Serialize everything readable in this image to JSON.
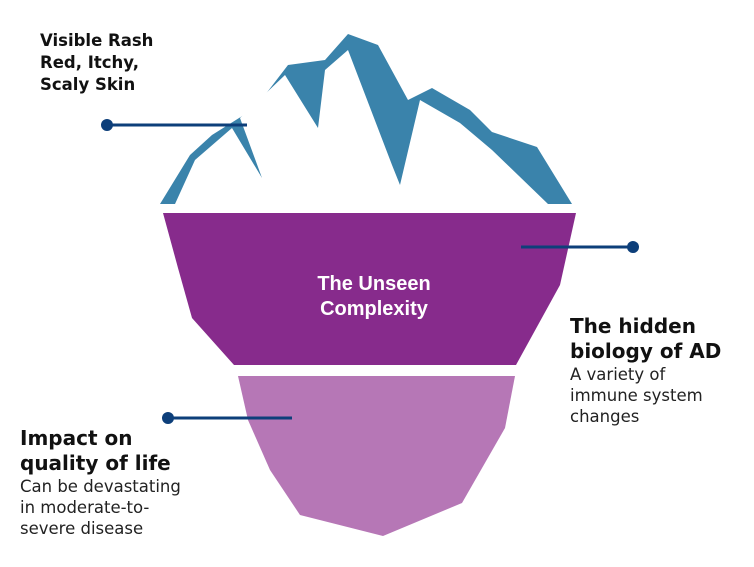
{
  "colors": {
    "tip": "#3a83ab",
    "snow": "#ffffff",
    "middle": "#872b8c",
    "bottom": "#b677b6",
    "connector": "#0d3f7a"
  },
  "tip_callout": {
    "lines": [
      "Visible Rash",
      "Red, Itchy,",
      "Scaly Skin"
    ]
  },
  "middle_band": {
    "lines": [
      "The Unseen",
      "Complexity"
    ]
  },
  "biology_callout": {
    "title_lines": [
      "The hidden",
      "biology of AD"
    ],
    "body_lines": [
      "A variety of",
      "immune system",
      "changes"
    ]
  },
  "quality_callout": {
    "title_lines": [
      "Impact on",
      "quality of life"
    ],
    "body_lines": [
      "Can be devastating",
      "in moderate-to-",
      "severe disease"
    ]
  }
}
